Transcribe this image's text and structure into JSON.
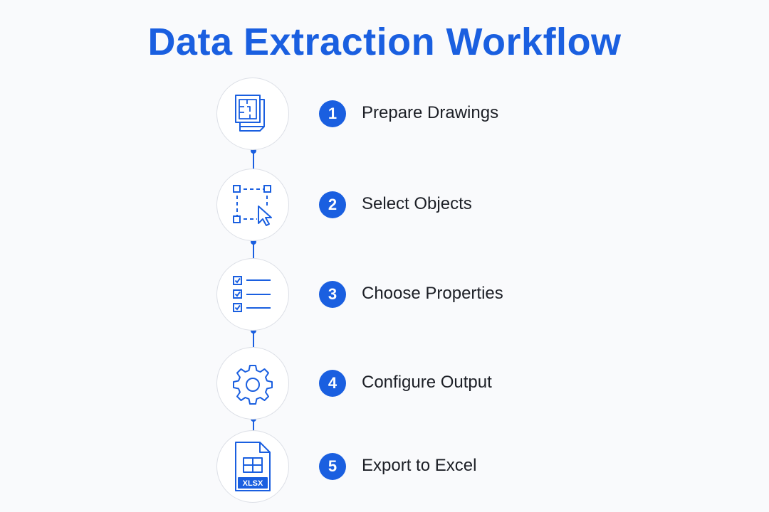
{
  "title": "Data Extraction Workflow",
  "accent_color": "#1a5fe0",
  "steps": [
    {
      "number": "1",
      "label": "Prepare Drawings",
      "icon": "drawing-sheets-icon"
    },
    {
      "number": "2",
      "label": "Select Objects",
      "icon": "selection-cursor-icon"
    },
    {
      "number": "3",
      "label": "Choose Properties",
      "icon": "checklist-icon"
    },
    {
      "number": "4",
      "label": "Configure Output",
      "icon": "gear-icon"
    },
    {
      "number": "5",
      "label": "Export to Excel",
      "icon": "xlsx-file-icon",
      "icon_text": "XLSX"
    }
  ]
}
